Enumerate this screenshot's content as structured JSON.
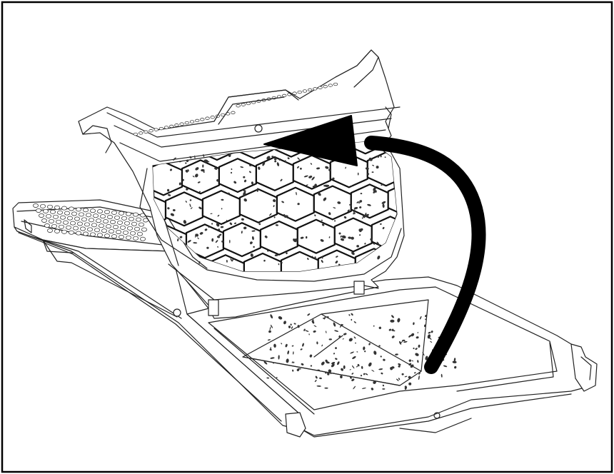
{
  "figure": {
    "border_color": "#000000",
    "line_color": "#222222",
    "arrow_color": "#000000",
    "speckle_color": "#333333",
    "background_color": "#ffffff",
    "parts": [
      "frame-border",
      "lower-tray",
      "left-mesh-panel",
      "lint-filter-screen",
      "honeycomb-grid",
      "curved-arrow",
      "lint-speckles"
    ],
    "arrow_direction": "lift-up-and-back"
  }
}
